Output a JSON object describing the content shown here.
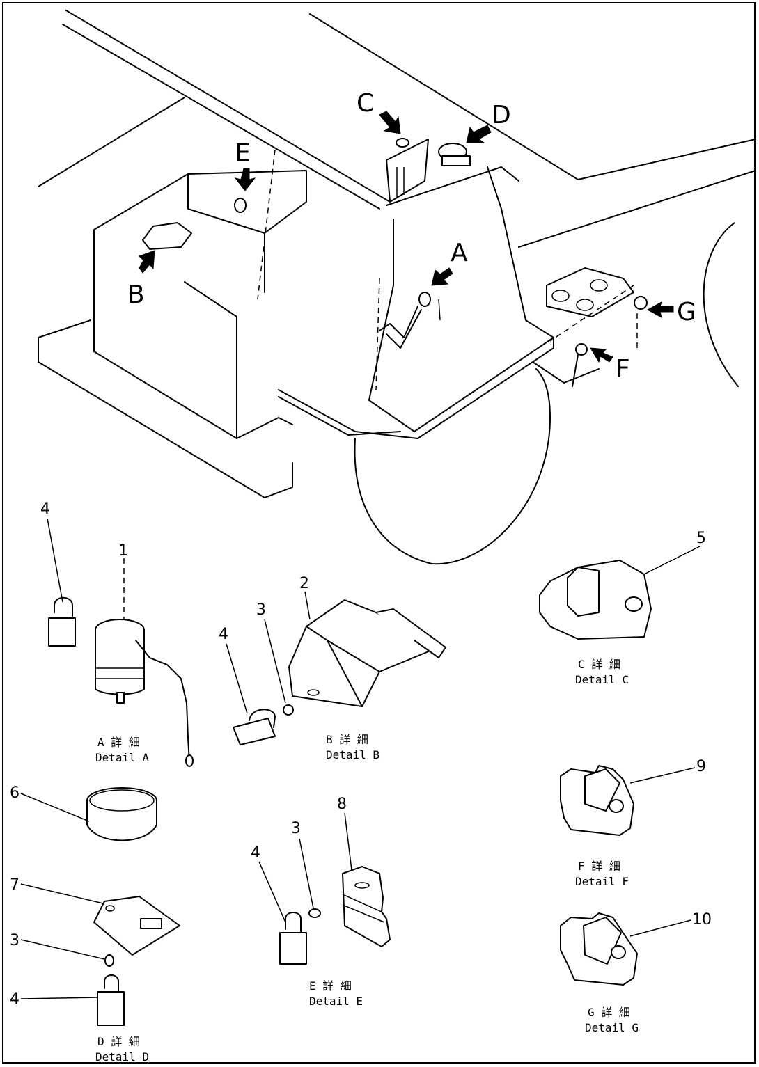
{
  "view_labels": {
    "a": "A",
    "b": "B",
    "c": "C",
    "d": "D",
    "e": "E",
    "f": "F",
    "g": "G"
  },
  "part_numbers": {
    "p1": "1",
    "p2": "2",
    "p3a": "3",
    "p3b": "3",
    "p3c": "3",
    "p4a": "4",
    "p4b": "4",
    "p4c": "4",
    "p4d": "4",
    "p5": "5",
    "p6": "6",
    "p7": "7",
    "p8": "8",
    "p9": "9",
    "p10": "10"
  },
  "details": {
    "a": {
      "jp": "A 詳 細",
      "en": "Detail A"
    },
    "b": {
      "jp": "B 詳 細",
      "en": "Detail B"
    },
    "c": {
      "jp": "C 詳 細",
      "en": "Detail C"
    },
    "d": {
      "jp": "D 詳 細",
      "en": "Detail D"
    },
    "e": {
      "jp": "E 詳 細",
      "en": "Detail E"
    },
    "f": {
      "jp": "F 詳 細",
      "en": "Detail F"
    },
    "g": {
      "jp": "G 詳 細",
      "en": "Detail G"
    }
  }
}
